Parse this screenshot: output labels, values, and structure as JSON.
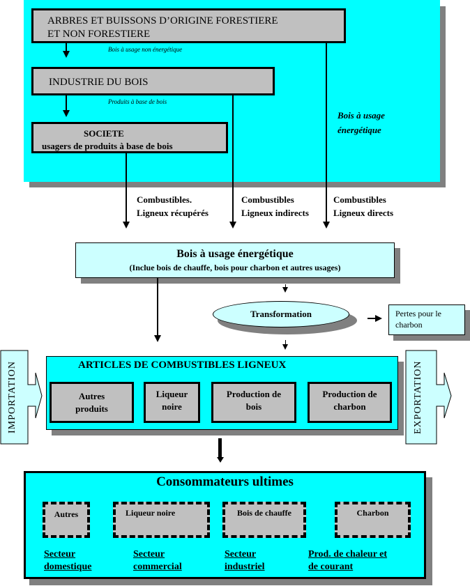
{
  "colors": {
    "cyan": "#00ffff",
    "light_cyan": "#ccffff",
    "gray_box": "#c0c0c0",
    "shadow": "#808080"
  },
  "top_panel": {
    "box_sources": {
      "line1": "ARBRES ET BUISSONS D’ORIGINE  FORESTIERE",
      "line2": "ET NON FORESTIERE"
    },
    "label_non_energy": "Bois à usage non énergétique",
    "box_industry": "INDUSTRIE DU BOIS",
    "label_wood_products": "Produits à base de bois",
    "box_society": {
      "title": "SOCIETE",
      "subtitle": "usagers de produits à base de bois"
    },
    "label_energy_wood": {
      "line1": "Bois à usage",
      "line2": "énergétique"
    }
  },
  "flows": [
    {
      "line1": "Combustibles.",
      "line2": "Ligneux récupérés"
    },
    {
      "line1": "Combustibles",
      "line2": "Ligneux indirects"
    },
    {
      "line1": "Combustibles",
      "line2": "Ligneux directs"
    }
  ],
  "energy_wood_box": {
    "title": "Bois à usage énergétique",
    "subtitle": "(Inclue bois de chauffe, bois pour charbon et autres usages)"
  },
  "transformation": {
    "label": "Transformation",
    "losses": {
      "line1": "Pertes pour le",
      "line2": "charbon"
    }
  },
  "importation": "IMPORTATION",
  "exportation": "EXPORTATION",
  "articles": {
    "title": "ARTICLES DE COMBUSTIBLES LIGNEUX",
    "items": [
      {
        "line1": "Autres",
        "line2": "produits"
      },
      {
        "line1": "Liqueur",
        "line2": "noire"
      },
      {
        "line1": "Production de",
        "line2": "bois"
      },
      {
        "line1": "Production de",
        "line2": "charbon"
      }
    ]
  },
  "consumers": {
    "title": "Consommateurs ultimes",
    "items": [
      "Autres",
      "Liqueur noire",
      "Bois de chauffe",
      "Charbon"
    ],
    "sectors": [
      {
        "line1": "Secteur",
        "line2": "domestique"
      },
      {
        "line1": "Secteur",
        "line2": "commercial"
      },
      {
        "line1": "Secteur",
        "line2": "industriel"
      },
      {
        "line1": "Prod. de chaleur et",
        "line2": "de courant"
      }
    ]
  }
}
